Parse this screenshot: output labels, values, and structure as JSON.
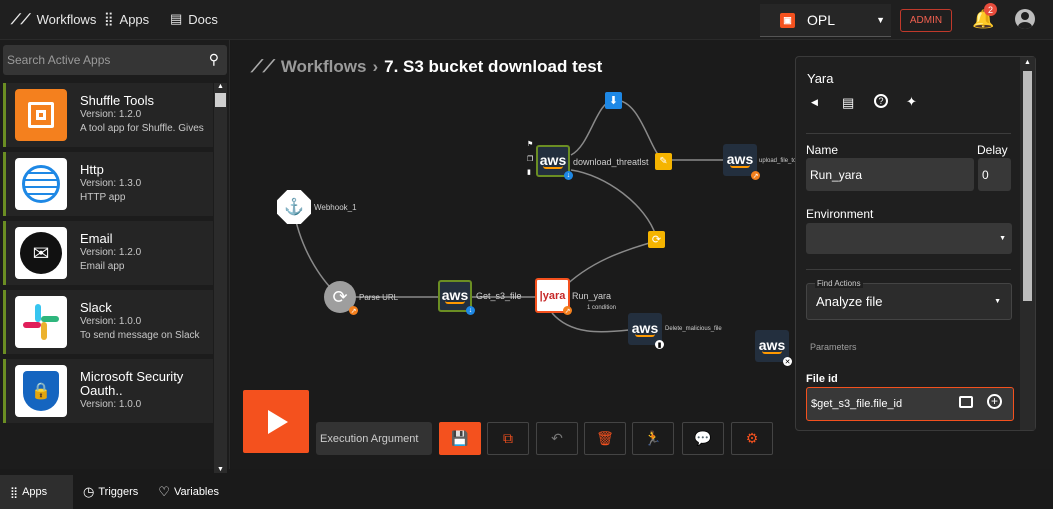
{
  "topbar": {
    "nav_workflows": "Workflows",
    "nav_apps": "Apps",
    "nav_docs": "Docs",
    "org": "OPL",
    "admin": "ADMIN",
    "notif_count": "2"
  },
  "sidebar": {
    "search_placeholder": "Search Active Apps",
    "apps": [
      {
        "name": "Shuffle Tools",
        "version": "Version: 1.2.0",
        "desc": "A tool app for Shuffle. Gives",
        "color": "#f4801e"
      },
      {
        "name": "Http",
        "version": "Version: 1.3.0",
        "desc": "HTTP app",
        "color": "#ffffff"
      },
      {
        "name": "Email",
        "version": "Version: 1.2.0",
        "desc": "Email app",
        "color": "#ffffff"
      },
      {
        "name": "Slack",
        "version": "Version: 1.0.0",
        "desc": "To send message on Slack",
        "color": "#ffffff"
      },
      {
        "name": "Microsoft Security Oauth..",
        "version": "Version: 1.0.0",
        "desc": "",
        "color": "#ffffff"
      }
    ],
    "tabs": {
      "apps": "Apps",
      "triggers": "Triggers",
      "variables": "Variables"
    }
  },
  "canvas": {
    "crumb_root": "Workflows",
    "crumb_sep": "›",
    "workflow_title": "7. S3 bucket download test",
    "nodes": {
      "webhook": "Webhook_1",
      "repeat": "Parse URL",
      "get_s3": "Get_s3_file",
      "run_yara": "Run_yara",
      "download_threatlist": "download_threatlst",
      "delete": "Delete_malicious_file",
      "upload": "upload_file_to",
      "condition": "1 condition"
    },
    "execution_argument": "Execution Argument"
  },
  "panel": {
    "app_name": "Yara",
    "name_label": "Name",
    "delay_label": "Delay",
    "name_value": "Run_yara",
    "delay_value": "0",
    "environment_label": "Environment",
    "find_actions_label": "Find Actions",
    "action_value": "Analyze file",
    "parameters_label": "Parameters",
    "fileid_label": "File id",
    "fileid_value": "$get_s3_file.file_id"
  },
  "colors": {
    "accent": "#f4511e",
    "aws_orange": "#ff9900"
  }
}
